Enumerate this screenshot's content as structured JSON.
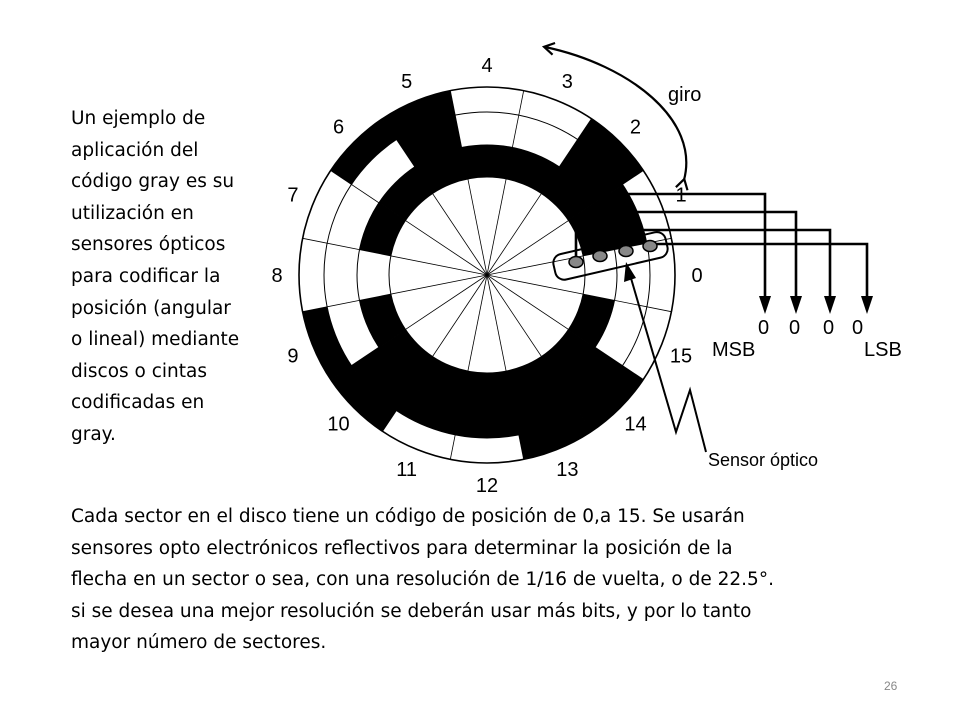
{
  "side_text": [
    "Un ejemplo de",
    "aplicación del",
    "código gray es su",
    "utilización en",
    "sensores ópticos",
    "para codificar la",
    "posición (angular",
    "o lineal) mediante",
    "discos o cintas",
    "codificadas en",
    "gray."
  ],
  "body_text": [
    "Cada sector en el disco tiene un código de posición de 0,a 15. Se usarán",
    "sensores opto electrónicos reflectivos para determinar la posición de la",
    "flecha en un sector o sea, con una resolución de 1/16 de vuelta, o de 22.5°.",
    "si se desea una mejor resolución se deberán usar más bits, y por lo tanto",
    "mayor número de sectores."
  ],
  "page_number": "26",
  "diagram": {
    "sector_labels": [
      "0",
      "1",
      "2",
      "3",
      "4",
      "5",
      "6",
      "7",
      "8",
      "9",
      "10",
      "11",
      "12",
      "13",
      "14",
      "15"
    ],
    "rotation_label": "giro",
    "output_bits": [
      "0",
      "0",
      "0",
      "0"
    ],
    "msb_label": "MSB",
    "lsb_label": "LSB",
    "sensor_label": "Sensor óptico",
    "gray_code_rings_outer_to_inner": [
      [
        0,
        0,
        1,
        0,
        0,
        1,
        1,
        0,
        0,
        1,
        1,
        0,
        0,
        1,
        1,
        0
      ],
      [
        0,
        1,
        1,
        0,
        0,
        1,
        0,
        0,
        0,
        0,
        1,
        1,
        1,
        1,
        1,
        0
      ],
      [
        0,
        1,
        1,
        1,
        1,
        1,
        1,
        1,
        0,
        1,
        1,
        1,
        1,
        1,
        1,
        1
      ]
    ],
    "colors": {
      "ink": "#000000",
      "paper": "#ffffff"
    }
  }
}
